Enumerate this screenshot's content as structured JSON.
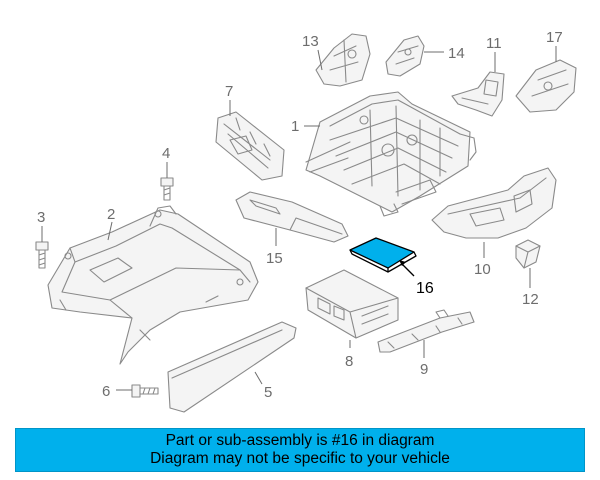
{
  "callouts": {
    "c1": "1",
    "c2": "2",
    "c3": "3",
    "c4": "4",
    "c5": "5",
    "c6": "6",
    "c7": "7",
    "c8": "8",
    "c9": "9",
    "c10": "10",
    "c11": "11",
    "c12": "12",
    "c13": "13",
    "c14": "14",
    "c15": "15",
    "c16": "16",
    "c17": "17"
  },
  "highlight": {
    "part_number": "16",
    "color": "#00b0ec"
  },
  "banner": {
    "line1": "Part or sub-assembly is #16 in diagram",
    "line2": "Diagram may not be specific to your vehicle",
    "background": "#00b0ec"
  }
}
